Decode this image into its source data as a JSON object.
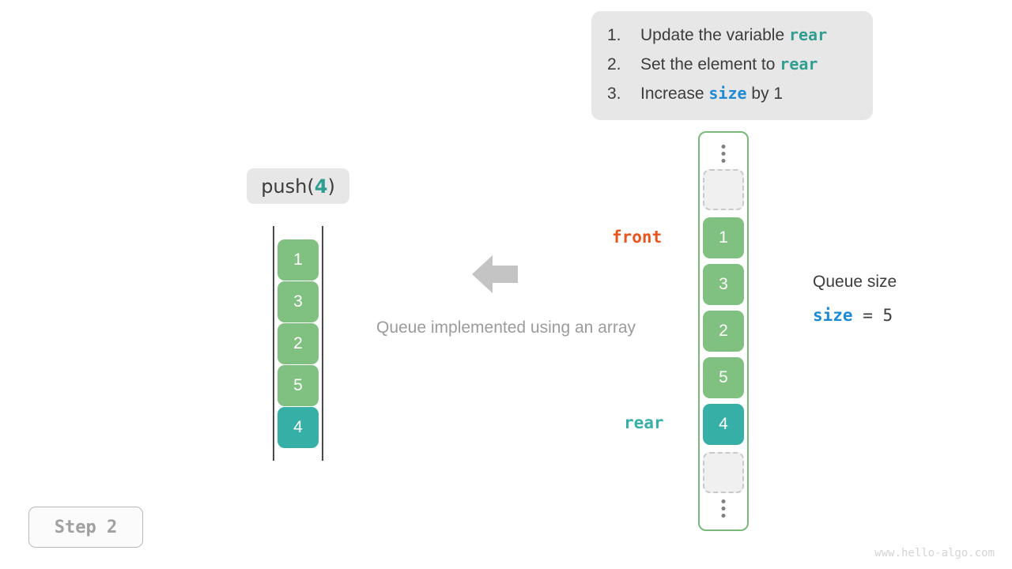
{
  "instructions": {
    "items": [
      {
        "num": "1.",
        "pre": "Update the variable ",
        "code": "rear",
        "code_color": "teal",
        "post": ""
      },
      {
        "num": "2.",
        "pre": "Set the element to ",
        "code": "rear",
        "code_color": "teal",
        "post": ""
      },
      {
        "num": "3.",
        "pre": "Increase ",
        "code": "size",
        "code_color": "blue",
        "post": " by 1"
      }
    ]
  },
  "operation": {
    "name": "push",
    "open_paren": "(",
    "arg": "4",
    "close_paren": ")"
  },
  "left_stack": {
    "cells": [
      {
        "value": "1",
        "color": "green"
      },
      {
        "value": "3",
        "color": "green"
      },
      {
        "value": "2",
        "color": "green"
      },
      {
        "value": "5",
        "color": "green"
      },
      {
        "value": "4",
        "color": "teal"
      }
    ]
  },
  "center": {
    "caption": "Queue implemented using an array",
    "arrow_direction": "left"
  },
  "pointers": {
    "front": {
      "label": "front",
      "color": "#e8551f"
    },
    "rear": {
      "label": "rear",
      "color": "#35b0a7"
    }
  },
  "array": {
    "top_ellipsis": "⋮",
    "bottom_ellipsis": "⋮",
    "cells": [
      {
        "value": "1",
        "color": "green"
      },
      {
        "value": "3",
        "color": "green"
      },
      {
        "value": "2",
        "color": "green"
      },
      {
        "value": "5",
        "color": "green"
      },
      {
        "value": "4",
        "color": "teal"
      }
    ]
  },
  "size_panel": {
    "title": "Queue size",
    "var_name": "size",
    "operator": " = ",
    "value": "5"
  },
  "step_badge": {
    "label": "Step 2"
  },
  "watermark": {
    "text": "www.hello-algo.com"
  },
  "colors": {
    "green_cell": "#80c080",
    "teal_cell": "#36b0a7",
    "teal_text": "#35b0a7",
    "orange_text": "#e8551f",
    "blue_text": "#1f8ad4",
    "card_bg": "#e7e7e7",
    "array_border": "#7ab87a",
    "gray_text": "#9b9b9b"
  }
}
